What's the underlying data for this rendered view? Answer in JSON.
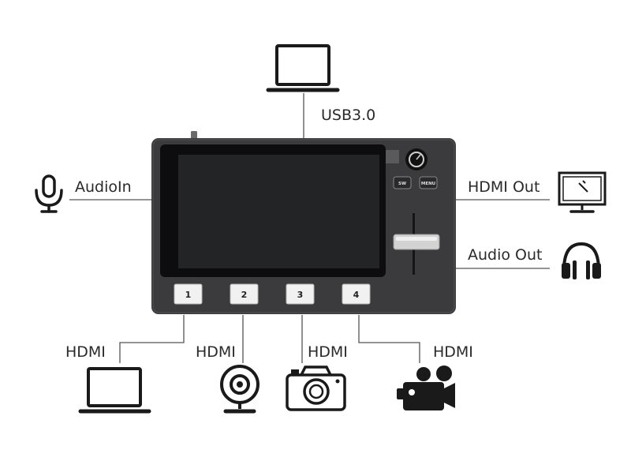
{
  "labels": {
    "usb": "USB3.0",
    "audio_in": "AudioIn",
    "hdmi_out": "HDMI Out",
    "audio_out": "Audio Out",
    "hdmi_in_1": "HDMI",
    "hdmi_in_2": "HDMI",
    "hdmi_in_3": "HDMI",
    "hdmi_in_4": "HDMI"
  },
  "device": {
    "buttons": [
      "1",
      "2",
      "3",
      "4"
    ],
    "small_buttons": [
      "SW",
      "MENU"
    ]
  },
  "icons": {
    "top": "laptop-icon",
    "left": "microphone-icon",
    "right_top": "monitor-icon",
    "right_bottom": "headphones-icon",
    "bottom": [
      "laptop-icon",
      "webcam-icon",
      "camera-icon",
      "video-camera-icon"
    ]
  }
}
